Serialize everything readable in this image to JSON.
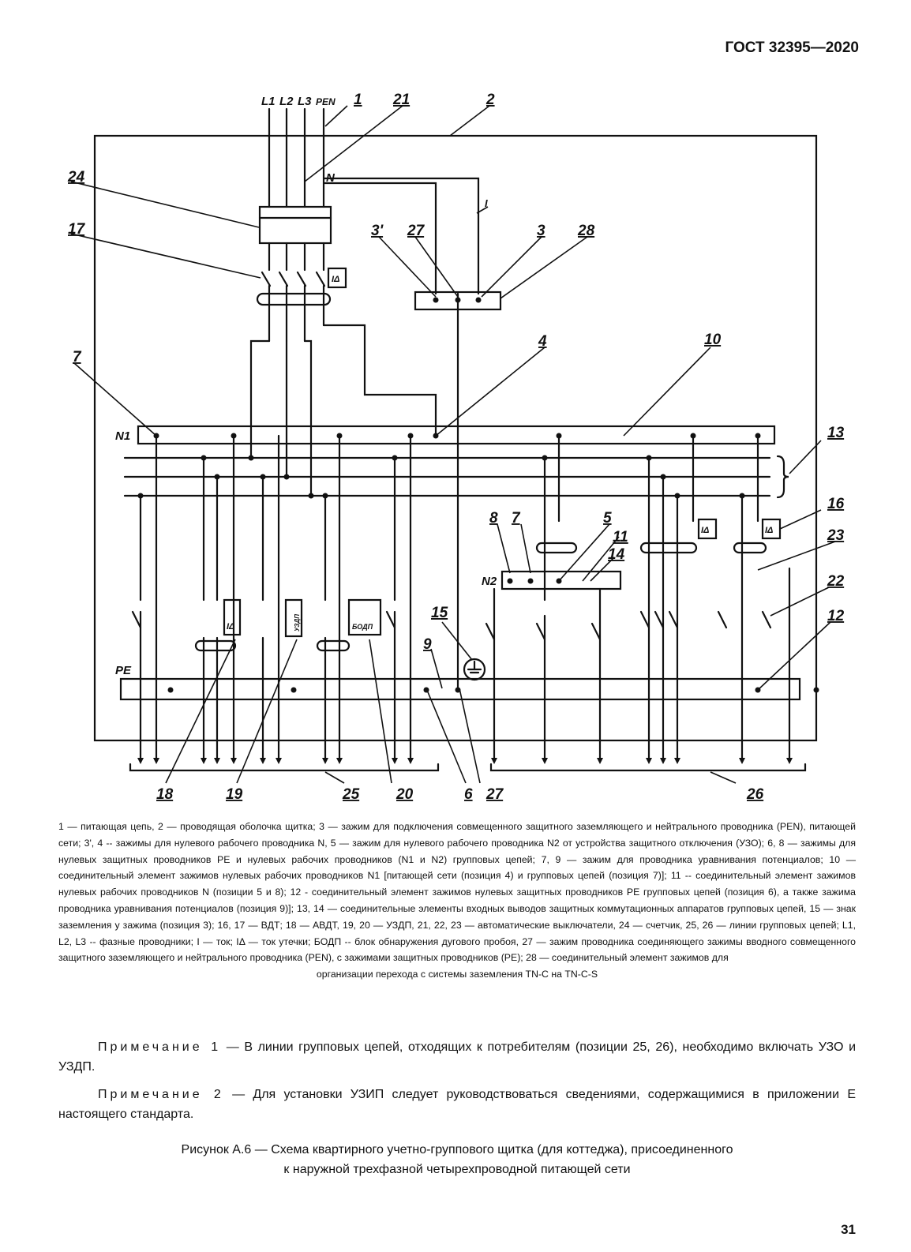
{
  "header": {
    "standard": "ГОСТ 32395—2020"
  },
  "diagram": {
    "phase_labels": [
      "L1",
      "L2",
      "L3",
      "PEN"
    ],
    "bus_labels": {
      "n1": "N1",
      "n2": "N2",
      "pe": "PE",
      "n": "N",
      "meter_i": "I"
    },
    "callouts": [
      "1",
      "21",
      "2",
      "24",
      "17",
      "3'",
      "27",
      "3",
      "28",
      "7",
      "4",
      "10",
      "13",
      "16",
      "23",
      "22",
      "12",
      "8",
      "7",
      "5",
      "11",
      "14",
      "15",
      "9",
      "18",
      "19",
      "25",
      "20",
      "6",
      "27",
      "26"
    ],
    "device_labels": {
      "idelta": "IΔ",
      "bodp": "БОДП",
      "udzp": "УЗДП"
    }
  },
  "legend": {
    "body": "1 — питающая цепь, 2 — проводящая оболочка щитка; 3 — зажим для подключения совмещенного защитного заземляющего и нейтрального проводника (PEN), питающей сети; 3', 4 -- зажимы для нулевого рабочего проводника N, 5 — зажим для нулевого рабочего проводника N2 от устройства защитного отключения (УЗО); 6, 8 — зажимы для нулевых защитных проводников PE и нулевых рабочих проводников (N1 и N2) групповых цепей; 7, 9 — зажим для проводника уравнивания потенциалов; 10 — соединительный элемент зажимов нулевых рабочих проводников N1 [питающей сети (позиция 4) и групповых цепей (позиция 7)]; 11 -- соединительный элемент зажимов нулевых рабочих проводников N (позиции 5 и 8); 12 - соединительный элемент зажимов нулевых защитных проводников PE групповых цепей (позиция 6), а также зажима проводника уравнивания потенциалов (позиция 9)]; 13, 14 — соединительные элементы входных выводов защитных коммутационных аппаратов групповых цепей, 15 — знак заземления у зажима (позиция 3); 16, 17 — ВДТ; 18 — АВДТ, 19, 20 — УЗДП, 21, 22, 23 — автоматические выключатели, 24 — счетчик, 25, 26 — линии групповых цепей; L1, L2, L3 -- фазные проводники; I — ток; IΔ — ток утечки; БОДП -- блок обнаружения дугового пробоя, 27 — зажим проводника соединяющего зажимы вводного совмещенного защитного заземляющего и нейтрального проводника (PEN), с зажимами защитных проводников (PE); 28 — соединительный элемент зажимов для",
    "last_line": "организации перехода с системы заземления TN-C на TN-C-S"
  },
  "notes": [
    {
      "title": "Примечание 1",
      "text": "— В линии групповых цепей, отходящих к потребителям (позиции 25, 26), необходимо включать УЗО и УЗДП."
    },
    {
      "title": "Примечание 2",
      "text": "— Для установки УЗИП следует руководствоваться сведениями, содержащимися в приложении Е настоящего стандарта."
    }
  ],
  "caption": {
    "line1": "Рисунок А.6 — Схема квартирного учетно-группового щитка (для коттеджа), присоединенного",
    "line2": "к наружной трехфазной четырехпроводной питающей сети"
  },
  "page_number": "31"
}
